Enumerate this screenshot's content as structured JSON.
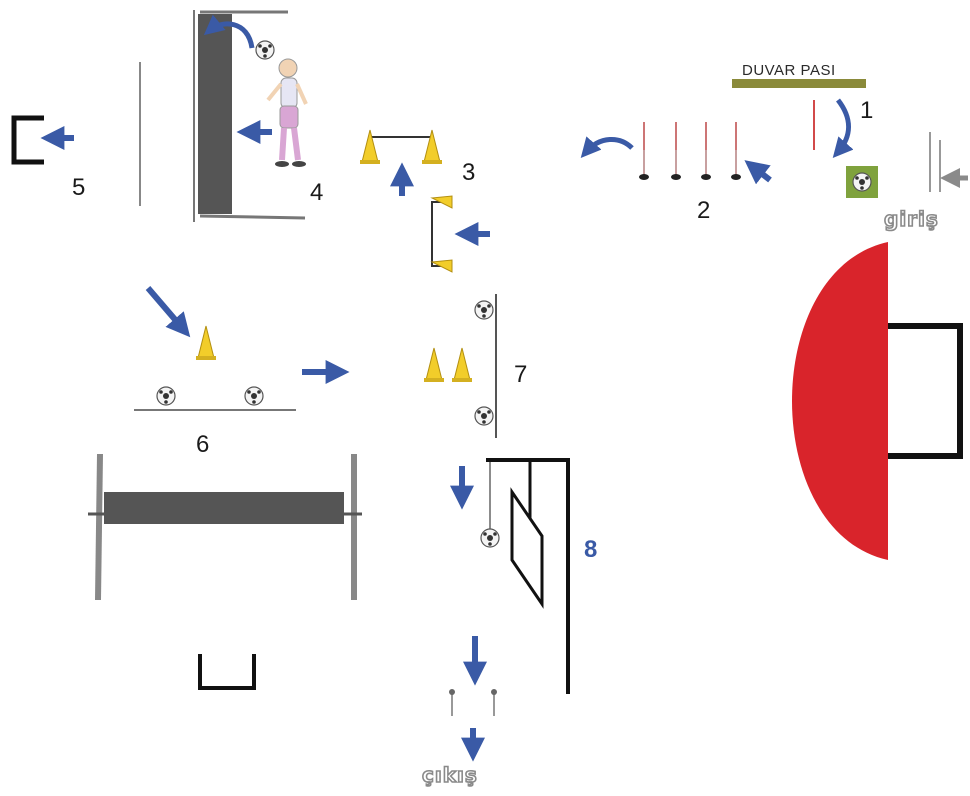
{
  "diagram": {
    "stations": [
      {
        "id": "1",
        "label": "1"
      },
      {
        "id": "2",
        "label": "2"
      },
      {
        "id": "3",
        "label": "3"
      },
      {
        "id": "4",
        "label": "4"
      },
      {
        "id": "5",
        "label": "5"
      },
      {
        "id": "6",
        "label": "6"
      },
      {
        "id": "7",
        "label": "7"
      },
      {
        "id": "8",
        "label": "8"
      }
    ],
    "wall_pass_label": "DUVAR PASI",
    "entry_label": "giriş",
    "exit_label": "çıkış"
  },
  "colors": {
    "arrow_blue": "#3a5aa6",
    "cone_yellow": "#f2cd2a",
    "penalty_arc_red": "#d9242b",
    "wall_gray": "#555555",
    "banner_olive": "#8a8a3a"
  }
}
